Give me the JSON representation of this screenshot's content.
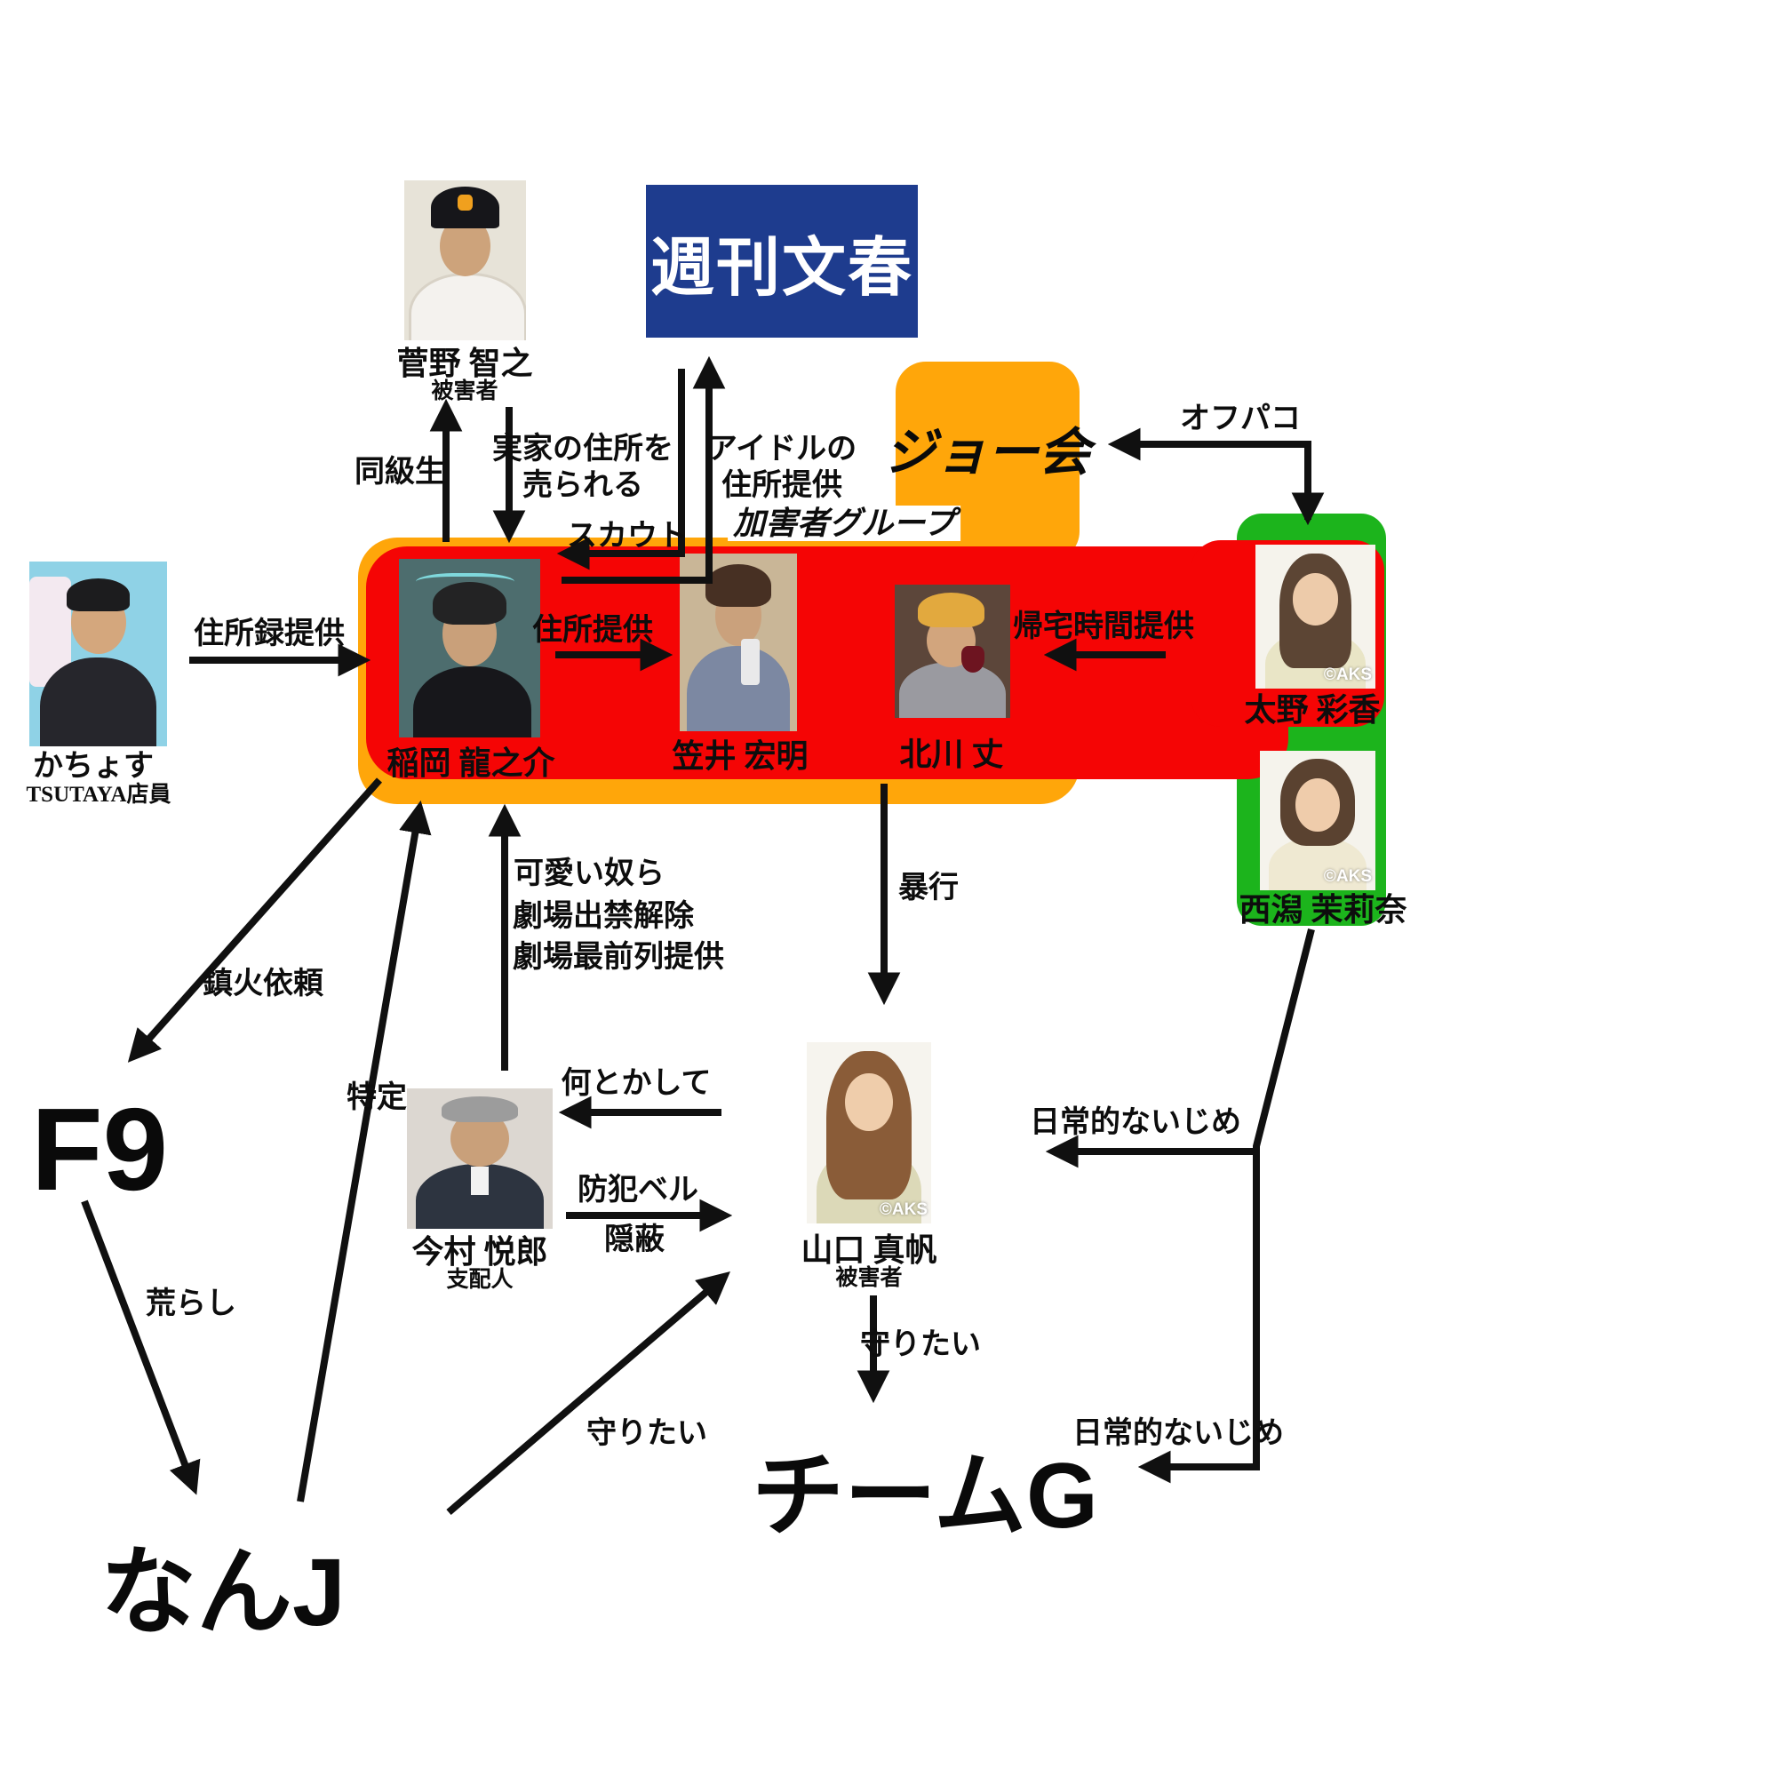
{
  "people": {
    "sugano": {
      "name": "菅野 智之",
      "role": "被害者"
    },
    "kachosu": {
      "name": "かちょす",
      "role": "TSUTAYA店員"
    },
    "inaoka": {
      "name": "稲岡 龍之介"
    },
    "kasai": {
      "name": "笠井 宏明"
    },
    "kitagawa": {
      "name": "北川 丈"
    },
    "tano": {
      "name": "太野 彩香",
      "watermark": "©AKS"
    },
    "nishigata": {
      "name": "西潟 茉莉奈",
      "watermark": "©AKS"
    },
    "imamura": {
      "name": "今村 悦郎",
      "role": "支配人"
    },
    "yamaguchi": {
      "name": "山口 真帆",
      "role": "被害者",
      "watermark": "©AKS"
    }
  },
  "groups": {
    "bunshun": "週刊文春",
    "joekai": "ジョー会",
    "kagaisha": "加害者グループ",
    "f9": "F9",
    "nanj": "なんJ",
    "teamg": "チームG"
  },
  "edges": {
    "dokyusei": "同級生",
    "jikka_1": "実家の住所を",
    "jikka_2": "売られる",
    "idol_1": "アイドルの",
    "idol_2": "住所提供",
    "scout": "スカウト",
    "jushoroku": "住所録提供",
    "jusho": "住所提供",
    "kitaku": "帰宅時間提供",
    "offpako": "オフパコ",
    "kawaii": "可愛い奴ら",
    "dekin": "劇場出禁解除",
    "saizenretsu": "劇場最前列提供",
    "boko": "暴行",
    "chinka": "鎮火依頼",
    "tokutei": "特定",
    "nantoka": "何とかして",
    "bohan": "防犯ベル",
    "inpei": "隠蔽",
    "ijime_top": "日常的ないじめ",
    "ijime_bottom": "日常的ないじめ",
    "mamoritai_yamaguchi": "守りたい",
    "mamoritai_nanj": "守りたい",
    "arashi": "荒らし"
  },
  "colors": {
    "orange": "#FFA60A",
    "red": "#F50505",
    "green": "#1CB41C",
    "blue": "#1E3C8E"
  }
}
